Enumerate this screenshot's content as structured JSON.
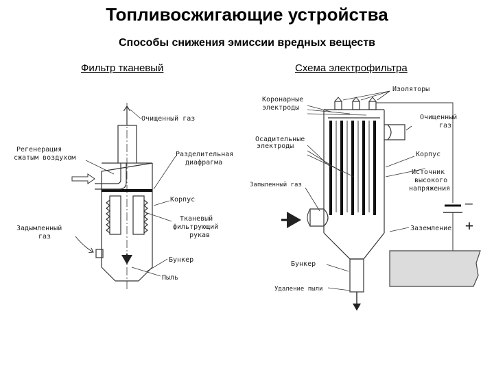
{
  "title": "Топливосжигающие устройства",
  "subtitle": "Способы снижения эмиссии вредных веществ",
  "left": {
    "heading": "Фильтр тканевый",
    "labels": {
      "clean_gas": "Очищенный газ",
      "regeneration_1": "Регенерация",
      "regeneration_2": "сжатым воздухом",
      "diaphragm_1": "Разделительная",
      "diaphragm_2": "диафрагма",
      "body": "Корпус",
      "sleeve_1": "Тканевый",
      "sleeve_2": "фильтрующий",
      "sleeve_3": "рукав",
      "smoky_gas_1": "Задымленный",
      "smoky_gas_2": "газ",
      "hopper": "Бункер",
      "dust": "Пыль"
    }
  },
  "right": {
    "heading": "Схема электрофильтра",
    "labels": {
      "corona_1": "Коронарные",
      "corona_2": "электроды",
      "insulators": "Изоляторы",
      "clean_gas_1": "Очищенный",
      "clean_gas_2": "газ",
      "collecting_1": "Осадительные",
      "collecting_2": "электроды",
      "body": "Корпус",
      "source_1": "Источник",
      "source_2": "высокого",
      "source_3": "напряжения",
      "dusty_gas": "Запыленный газ",
      "minus": "–",
      "plus": "+",
      "grounding": "Заземление",
      "hopper": "Бункер",
      "dust_removal": "Удаление пыли"
    }
  }
}
